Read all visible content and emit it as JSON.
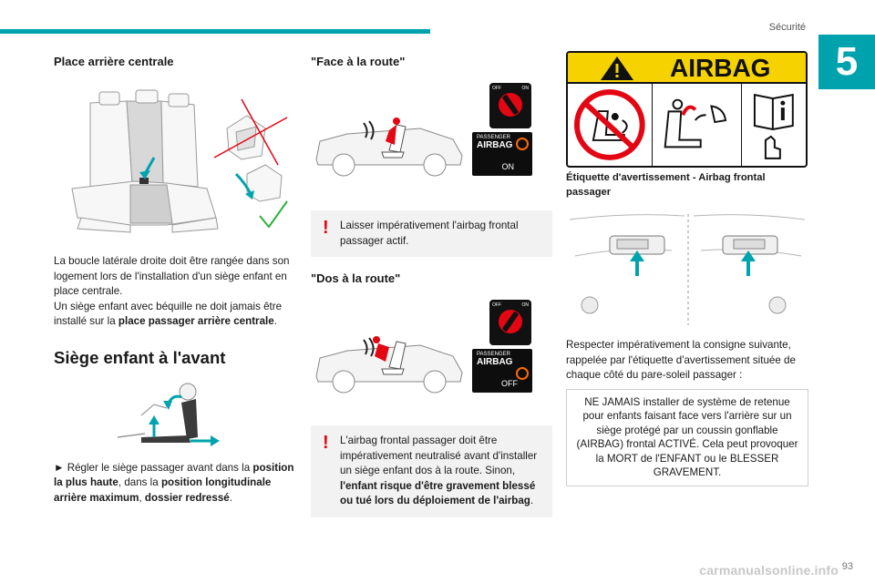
{
  "header": {
    "section": "Sécurité",
    "chapter": "5",
    "page_number": "93"
  },
  "watermark": "carmanualsonline.info",
  "col1": {
    "heading": "Place arrière centrale",
    "para1": "La boucle latérale droite doit être rangée dans son logement lors de l'installation d'un siège enfant en place centrale.",
    "para2_pre": "Un siège enfant avec béquille ne doit jamais être installé sur la ",
    "para2_bold": "place passager arrière centrale",
    "para2_post": ".",
    "section_title": "Siège enfant à l'avant",
    "bullet": "►",
    "inst_1": " Régler le siège passager avant dans la ",
    "inst_b1": "position la plus haute",
    "inst_2": ", dans la ",
    "inst_b2": "position longitudinale arrière maximum",
    "inst_3": ", ",
    "inst_b3": "dossier redressé",
    "inst_4": "."
  },
  "col2": {
    "heading1": "\"Face à la route\"",
    "label_passenger": "PASSENGER",
    "label_airbag": "AIRBAG",
    "label_on": "ON",
    "label_off": "OFF",
    "switch_off": "OFF",
    "switch_on": "ON",
    "warn1": "Laisser impérativement l'airbag frontal passager actif.",
    "heading2": "\"Dos à la route\"",
    "warn2_pre": "L'airbag frontal passager doit être impérativement neutralisé avant d'installer un siège enfant dos à la route. Sinon, ",
    "warn2_bold": "l'enfant risque d'être gravement blessé ou tué lors du déploiement de l'airbag",
    "warn2_post": "."
  },
  "col3": {
    "label_word": "AIRBAG",
    "caption": "Étiquette d'avertissement - Airbag frontal passager",
    "para": "Respecter impérativement la consigne suivante, rappelée par l'étiquette d'avertissement située de chaque côté du pare-soleil passager :",
    "notice": "NE JAMAIS installer de système de retenue pour enfants faisant face vers l'arrière sur un siège protégé par un coussin gonflable (AIRBAG) frontal ACTIVÉ. Cela peut provoquer la MORT de l'ENFANT ou le BLESSER GRAVEMENT."
  },
  "colors": {
    "accent": "#00a3ad",
    "warning_red": "#e30613",
    "airbag_yellow": "#f5d200",
    "tick_green": "#2fae3a"
  }
}
